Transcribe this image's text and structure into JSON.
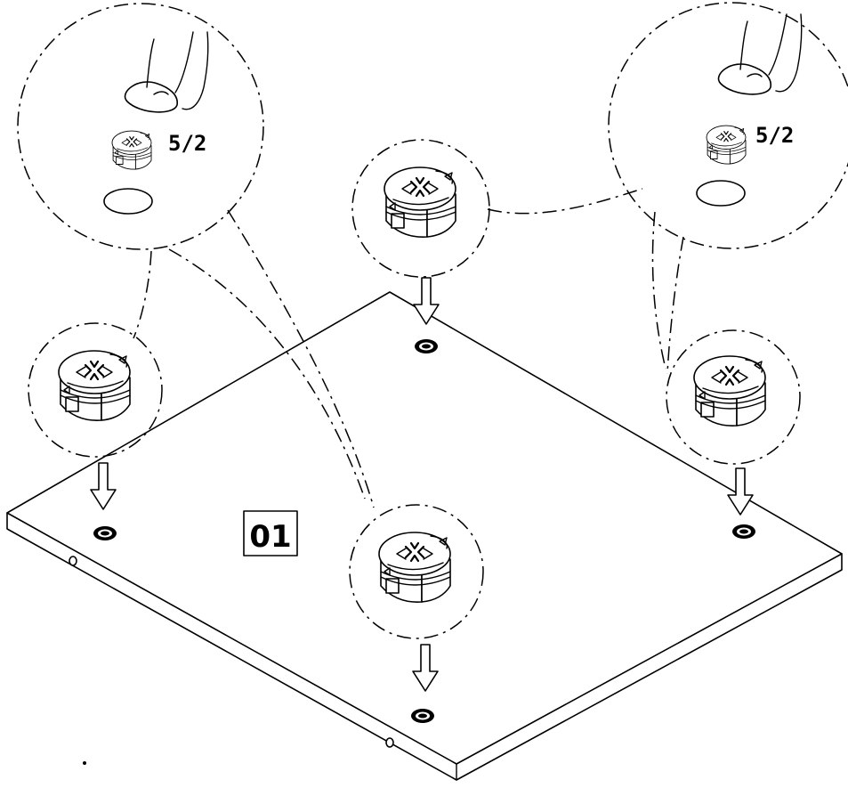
{
  "callouts": {
    "left_quantity": "5/2",
    "right_quantity": "5/2"
  },
  "panel": {
    "part_number": "01"
  }
}
